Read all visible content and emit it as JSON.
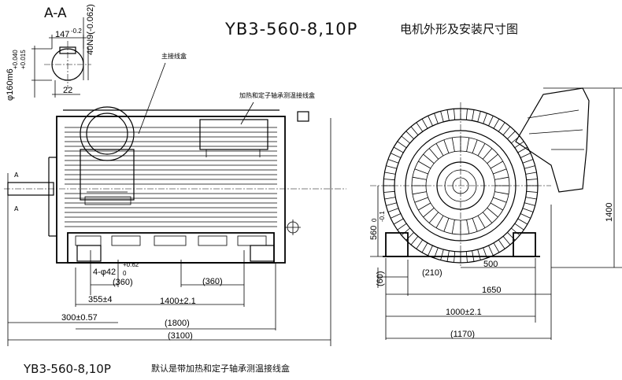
{
  "title": {
    "model": "YB3-560-8,10P",
    "subtitle": "电机外形及安装尺寸图"
  },
  "section": {
    "label": "A-A",
    "key_width": "147",
    "key_width_tol": "-0.2",
    "keyway": "40N9(-0.062)",
    "shaft_dia": "φ160m6",
    "shaft_dia_tol_upper": "+0.040",
    "shaft_dia_tol_lower": "+0.015",
    "key_offset": "22"
  },
  "labels": {
    "main_box": "主接线盒",
    "heater_box": "加热和定子轴承测温接线盒",
    "section_mark_top": "A",
    "section_mark_bottom": "A"
  },
  "side_view": {
    "holes": "4-φ42",
    "holes_tol_upper": "+0.62",
    "holes_tol_lower": "0",
    "dim_360_left": "(360)",
    "dim_360_right": "(360)",
    "dim_355": "355±4",
    "dim_1400": "1400±2.1",
    "dim_300": "300±0.57",
    "dim_1800": "(1800)",
    "dim_3100": "(3100)"
  },
  "end_view": {
    "dim_height": "1400",
    "dim_center_height": "560",
    "dim_center_tol": "-0.1",
    "dim_center_tol_zero": "0",
    "dim_60": "(60)",
    "dim_210": "(210)",
    "dim_500": "500",
    "dim_1650": "1650",
    "dim_1000": "1000±2.1",
    "dim_1170": "(1170)"
  },
  "footer": {
    "model": "YB3-560-8,10P",
    "note": "默认是带加热和定子轴承测温接线盒"
  }
}
